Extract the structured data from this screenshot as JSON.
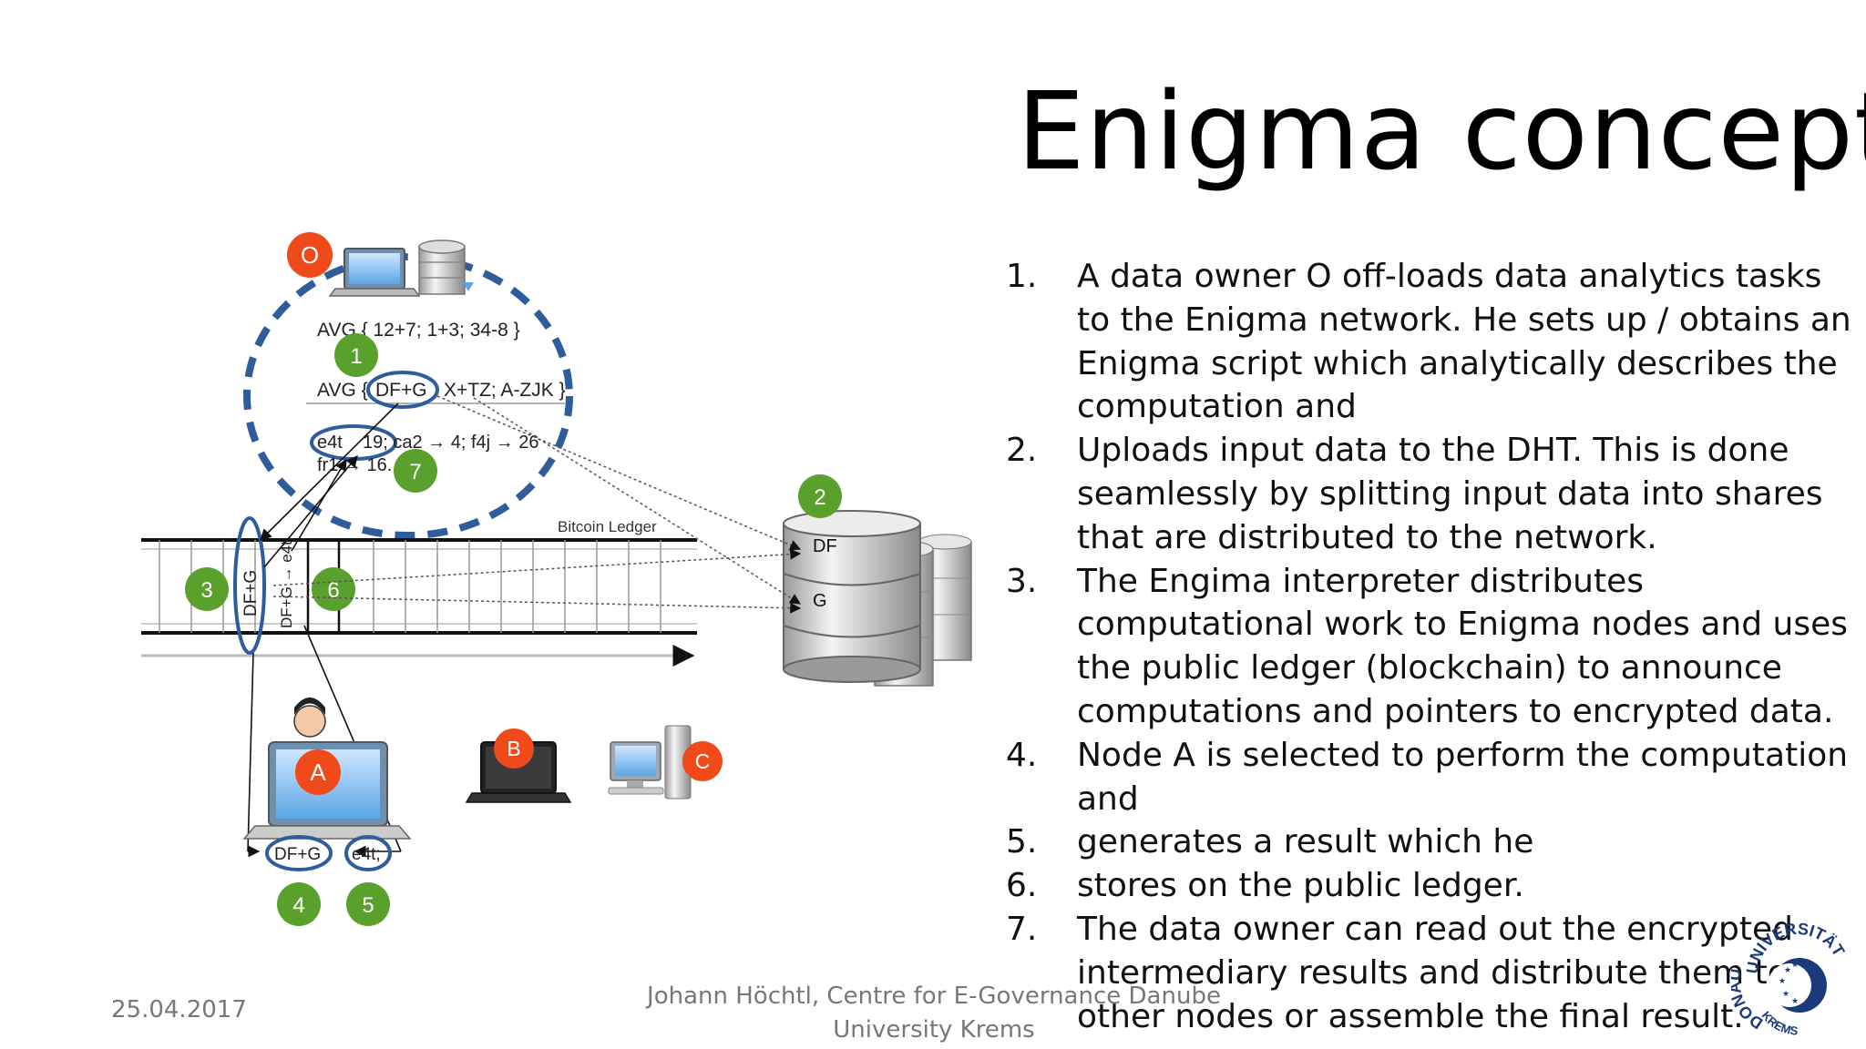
{
  "slide": {
    "title": "Enigma concept",
    "steps": [
      {
        "num": "1.",
        "text": "A data owner O off-loads data analytics tasks to the Enigma network. He sets up / obtains an Enigma script which analytically describes the computation and"
      },
      {
        "num": "2.",
        "text": "Uploads input data to the DHT. This is done seamlessly by splitting input data into shares that are distributed to the network."
      },
      {
        "num": "3.",
        "text": "The Engima interpreter distributes computational work to Enigma nodes and uses the public ledger (blockchain) to announce computations and pointers to encrypted data."
      },
      {
        "num": "4.",
        "text": "Node A is selected to perform the computation and"
      },
      {
        "num": "5.",
        "text": "generates a result which he"
      },
      {
        "num": "6.",
        "text": "stores on the public ledger."
      },
      {
        "num": "7.",
        "text": "The data owner can read out the encrypted intermediary results and distribute them to other nodes or assemble the final result."
      }
    ],
    "footer": {
      "date": "25.04.2017",
      "author_line1": "Johann Höchtl, Centre for E-Governance Danube",
      "author_line2": "University Krems"
    }
  },
  "diagram": {
    "owner_label": "O",
    "script_line1": "AVG { 12+7; 1+3; 34-8 }",
    "script_line2_prefix": "AVG {",
    "script_line2_enc": "DF+G",
    "script_line2_rest": "X+TZ; A-ZJK }",
    "result_enc": "e4t",
    "result_line_rest": "19; ca2 → 4; f4j → 26",
    "result_line2": "fr1 → 16.",
    "ledger_label": "Bitcoin Ledger",
    "ledger_entry1": "DF+G",
    "ledger_entry2": "DF+G → e4t;",
    "dht_df": "DF",
    "dht_g": "G",
    "node_a": "A",
    "node_b": "B",
    "node_c": "C",
    "node_a_in": "DF+G",
    "node_a_out": "e4t;",
    "badges": [
      "1",
      "2",
      "3",
      "4",
      "5",
      "6",
      "7"
    ]
  },
  "logo": {
    "text_top": "UNIVERSITÄT",
    "text_left": "DONAU",
    "text_bottom": "KREMS"
  },
  "colors": {
    "badge_green": "#5aa02c",
    "badge_orange": "#f04a1a",
    "ellipse_blue": "#2f5c9a",
    "logo_blue": "#1a3a7a"
  }
}
